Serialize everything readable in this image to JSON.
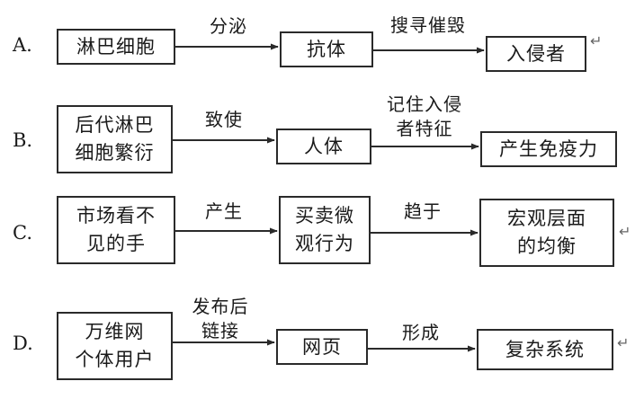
{
  "return_mark": "↵",
  "rows": [
    {
      "letter": "A.",
      "boxes": [
        "淋巴细胞",
        "抗体",
        "入侵者"
      ],
      "arrows": [
        "分泌",
        "搜寻催毁"
      ]
    },
    {
      "letter": "B.",
      "boxes": [
        "后代淋巴\n细胞繁衍",
        "人体",
        "产生免疫力"
      ],
      "arrows": [
        "致使",
        "记住入侵\n者特征"
      ]
    },
    {
      "letter": "C.",
      "boxes": [
        "市场看不\n见的手",
        "买卖微\n观行为",
        "宏观层面\n的均衡"
      ],
      "arrows": [
        "产生",
        "趋于"
      ]
    },
    {
      "letter": "D.",
      "boxes": [
        "万维网\n个体用户",
        "网页",
        "复杂系统"
      ],
      "arrows": [
        "发布后\n链接",
        "形成"
      ]
    }
  ]
}
